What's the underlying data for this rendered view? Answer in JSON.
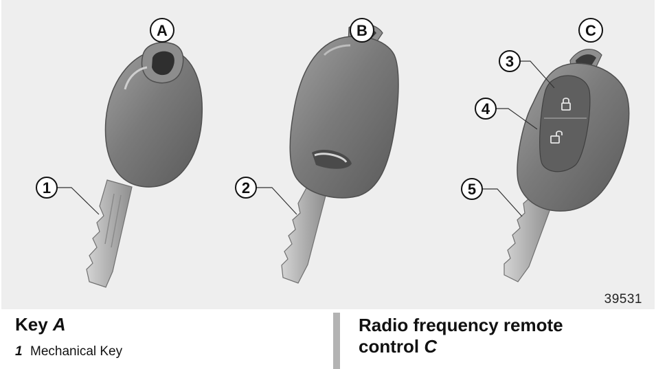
{
  "figure": {
    "labels": {
      "key_a": "A",
      "key_b": "B",
      "remote_c": "C"
    },
    "callouts": {
      "c1": "1",
      "c2": "2",
      "c3": "3",
      "c4": "4",
      "c5": "5"
    },
    "reference_number": "39531",
    "colors": {
      "panel_background": "#eeeeee",
      "key_head": "#7d7d7d",
      "key_blade": "#bdbdbd",
      "button_panel": "#5f5f5f"
    },
    "icons": [
      "lock-icon",
      "unlock-icon"
    ]
  },
  "left_section": {
    "heading_prefix": "Key ",
    "heading_letter": "A",
    "legend": [
      {
        "number": "1",
        "text": "Mechanical Key"
      }
    ]
  },
  "right_section": {
    "heading_line1": "Radio frequency remote",
    "heading_line2_prefix": "control ",
    "heading_letter": "C"
  }
}
